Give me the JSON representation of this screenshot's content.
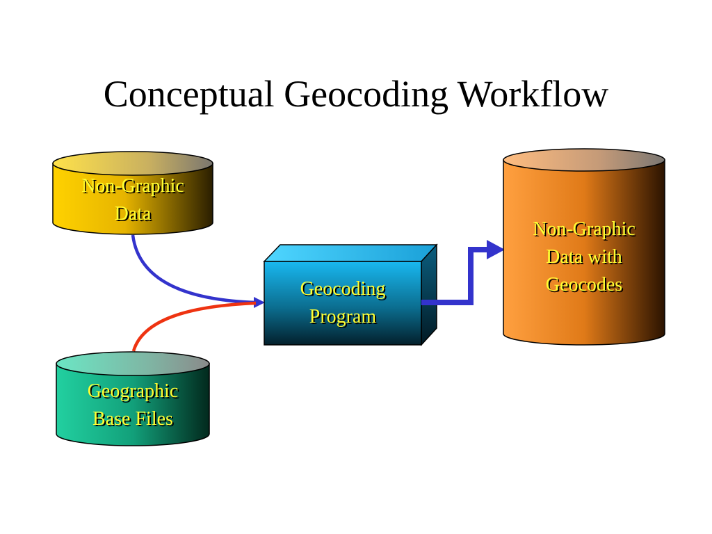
{
  "slide": {
    "title": "Conceptual Geocoding Workflow"
  },
  "nodes": {
    "non_graphic_data": {
      "lines": [
        "Non-Graphic",
        "Data"
      ],
      "color": "#f5c000"
    },
    "geographic_base_files": {
      "lines": [
        "Geographic",
        "Base Files"
      ],
      "color": "#1fc79a"
    },
    "geocoding_program": {
      "lines": [
        "Geocoding",
        "Program"
      ],
      "color": "#1ab4ea"
    },
    "geocoded_output": {
      "lines": [
        "Non-Graphic",
        "Data with",
        "Geocodes"
      ],
      "color": "#f08a2a"
    }
  },
  "connectors": {
    "data_to_program": "#3333cc",
    "base_files_to_program": "#ee3311",
    "program_to_output": "#3333cc"
  },
  "label_color": "#ffff33"
}
